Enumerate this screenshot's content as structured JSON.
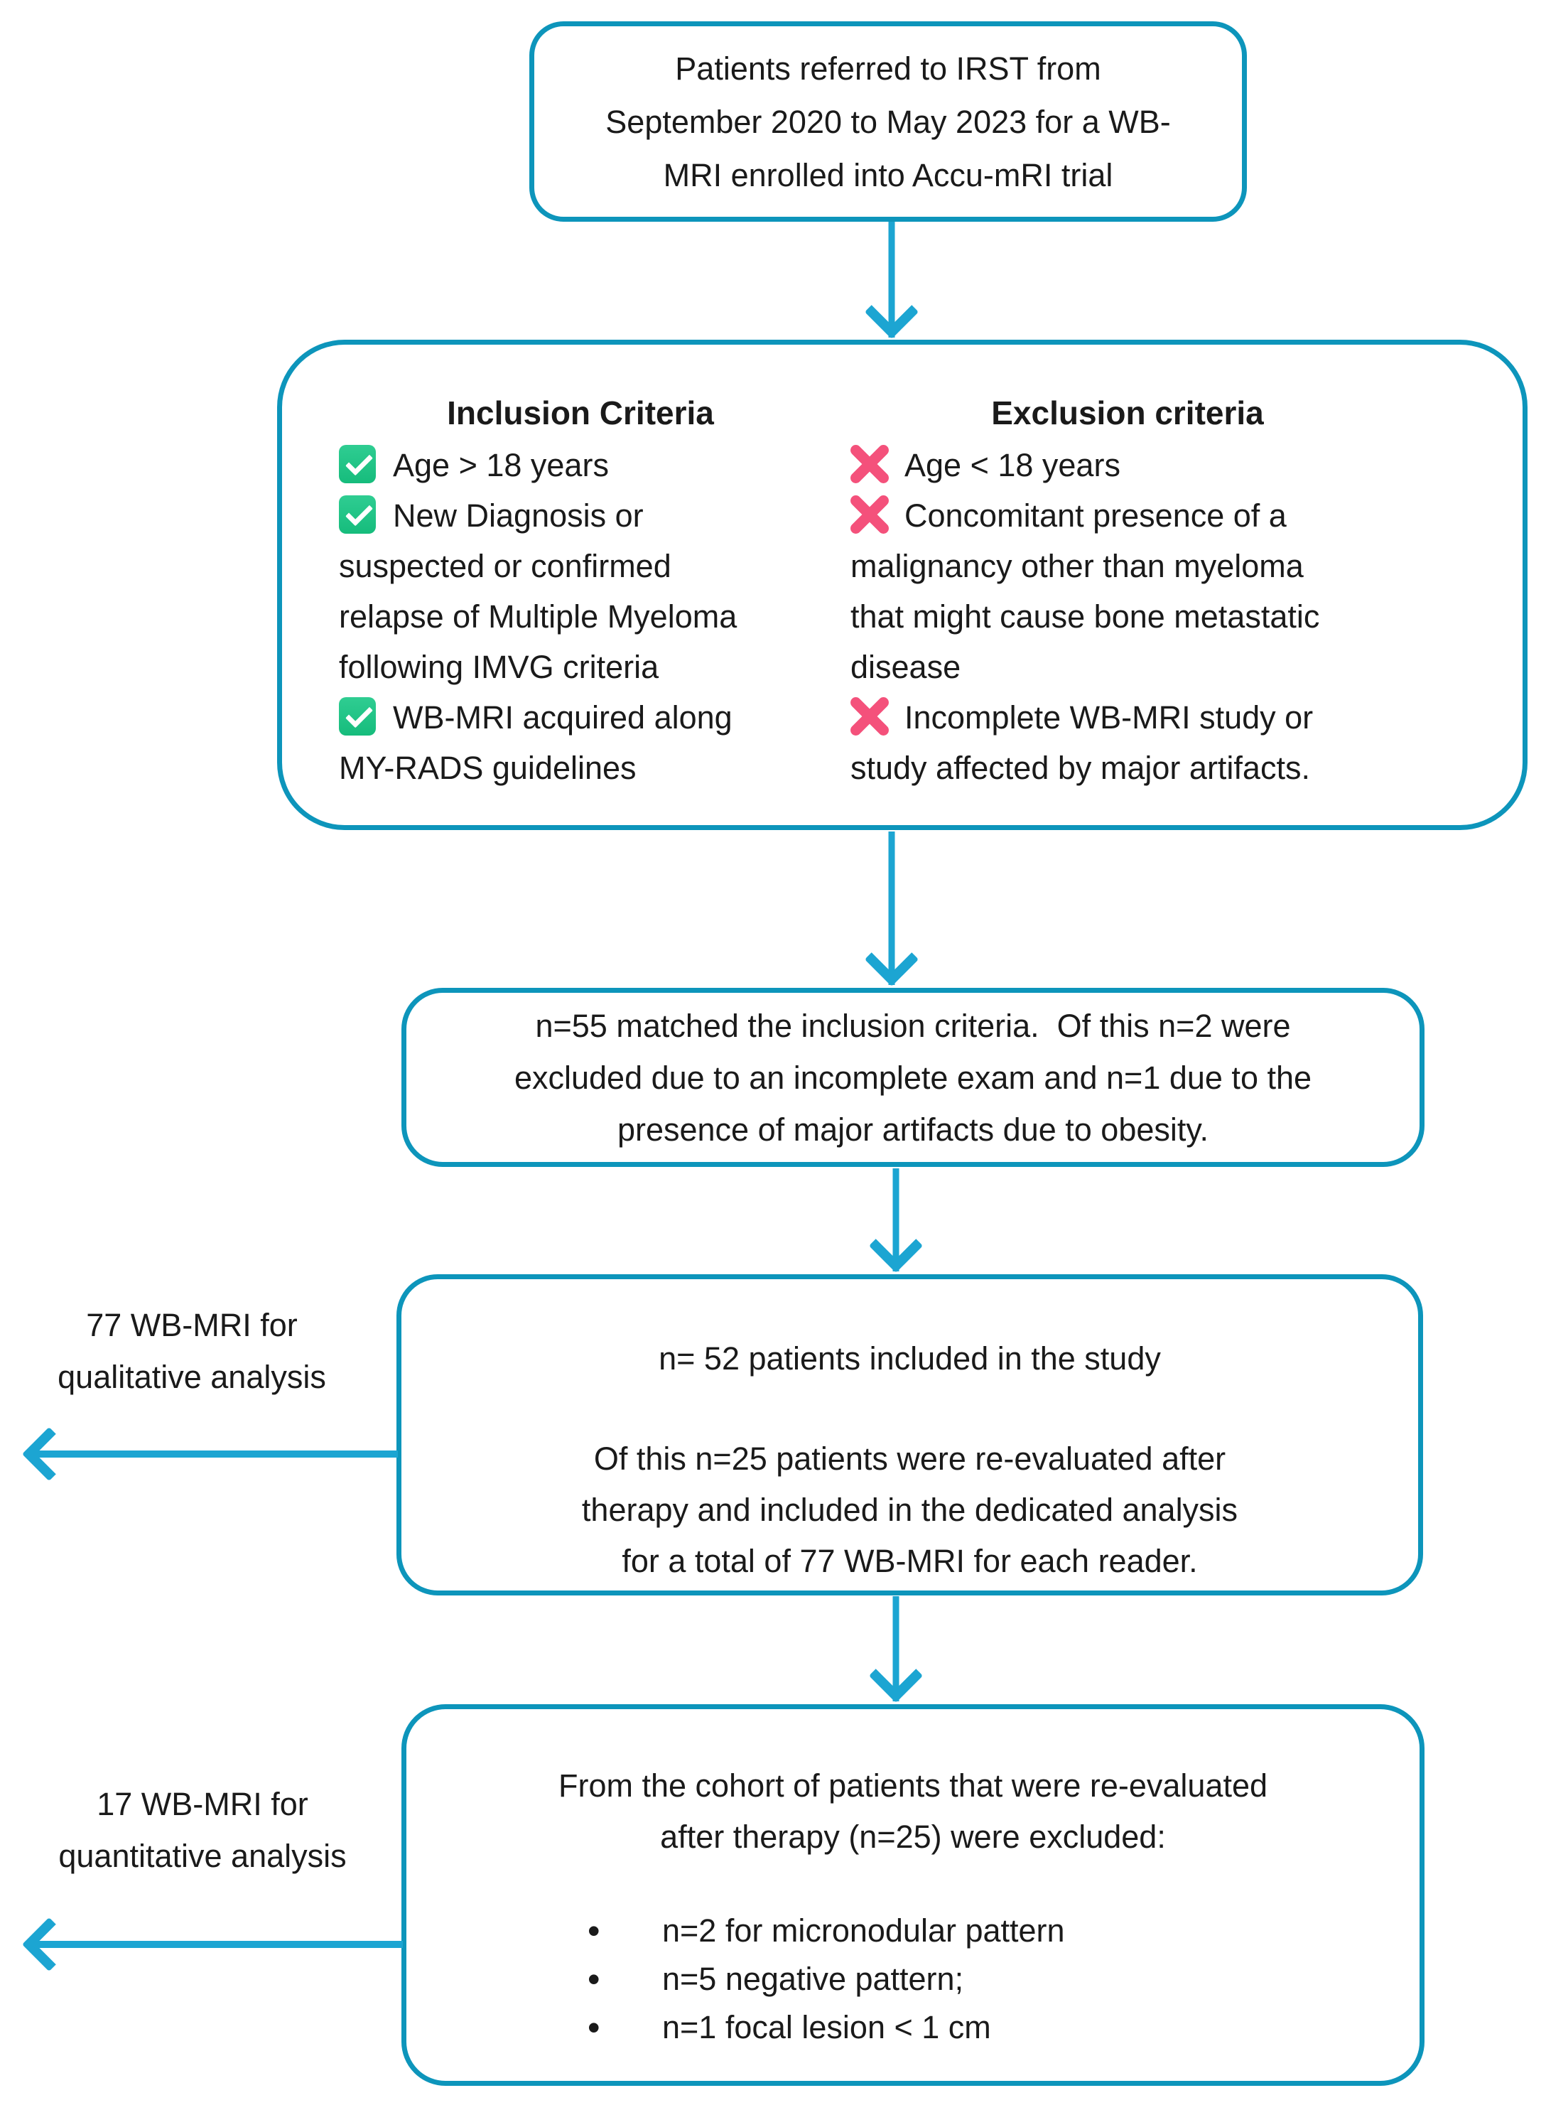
{
  "colors": {
    "outline": "#0d95bb",
    "arrow": "#1ca5d2",
    "check-green": "#16bc7c",
    "check-green-light": "#2fcd92",
    "cross-pink": "#f4517b",
    "text": "#1a1a1a",
    "background": "#ffffff"
  },
  "box1": {
    "lines": [
      "Patients referred to IRST from",
      "September 2020 to May 2023 for a WB-",
      "MRI enrolled into Accu-mRI trial"
    ]
  },
  "box2": {
    "inclusion": {
      "title": "Inclusion Criteria",
      "items": [
        {
          "icon": "check-icon",
          "lines": [
            "Age > 18 years"
          ]
        },
        {
          "icon": "check-icon",
          "lines": [
            "New Diagnosis or",
            "suspected or confirmed",
            "relapse of Multiple Myeloma",
            "following IMVG criteria"
          ]
        },
        {
          "icon": "check-icon",
          "lines": [
            "WB-MRI acquired along",
            "MY-RADS guidelines"
          ]
        }
      ]
    },
    "exclusion": {
      "title": "Exclusion criteria",
      "items": [
        {
          "icon": "cross-icon",
          "lines": [
            "Age < 18 years"
          ]
        },
        {
          "icon": "cross-icon",
          "lines": [
            "Concomitant presence of a",
            "malignancy other than myeloma",
            "that might cause bone metastatic",
            "disease"
          ]
        },
        {
          "icon": "cross-icon",
          "lines": [
            "Incomplete WB-MRI study or",
            "study affected by major artifacts."
          ]
        }
      ]
    }
  },
  "box3": {
    "lines": [
      "n=55 matched the inclusion criteria.  Of this n=2 were",
      "excluded due to an incomplete exam and n=1 due to the",
      "presence of major artifacts due to obesity."
    ]
  },
  "box4": {
    "line1": "n= 52 patients included in the study",
    "para2_lines": [
      "Of this n=25 patients were re-evaluated after",
      "therapy and included in the dedicated analysis",
      "for a total of 77 WB-MRI for each reader."
    ]
  },
  "box5": {
    "header_lines": [
      "From the cohort of patients that were re-evaluated",
      "after therapy (n=25) were excluded:"
    ],
    "bullets": [
      "n=2 for micronodular pattern",
      "n=5 negative pattern;",
      "n=1 focal lesion < 1 cm"
    ]
  },
  "side_labels": [
    {
      "lines": [
        "77 WB-MRI for",
        "qualitative analysis"
      ]
    },
    {
      "lines": [
        "17 WB-MRI for",
        "quantitative analysis"
      ]
    }
  ]
}
